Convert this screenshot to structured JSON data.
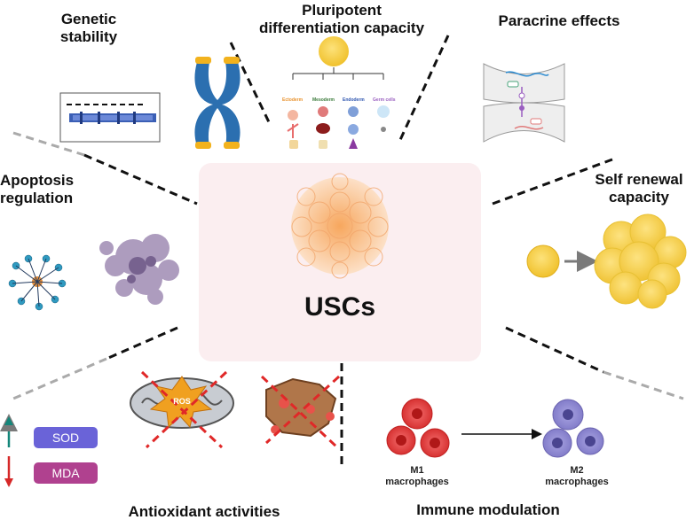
{
  "center": {
    "label": "USCs"
  },
  "features": {
    "genetic_stability": "Genetic\nstability",
    "pluripotent": "Pluripotent\ndifferentiation capacity",
    "paracrine": "Paracrine effects",
    "apoptosis": "Apoptosis\nregulation",
    "self_renewal": "Self renewal\ncapacity",
    "antioxidant": "Antioxidant activities",
    "immune": "Immune modulation"
  },
  "germ_layers": [
    {
      "name": "Ectoderm",
      "color": "#e8912c"
    },
    {
      "name": "Mesoderm",
      "color": "#3a7a3a"
    },
    {
      "name": "Endoderm",
      "color": "#2f56b0"
    },
    {
      "name": "Germ cells",
      "color": "#9a5fc0"
    }
  ],
  "antioxidant": {
    "sod": "SOD",
    "mda": "MDA",
    "ros": "ROS"
  },
  "immune": {
    "m1": "M1\nmacrophages",
    "m2": "M2\nmacrophages"
  },
  "colors": {
    "center_bg": "#fbeef0",
    "sod": "#6a63d8",
    "mda": "#b0418f",
    "up_arrow": "#14867a",
    "down_arrow": "#d62828",
    "m1": "#e13c3c",
    "m2": "#8b86d1",
    "self_renewal": "#f5cd3a"
  }
}
